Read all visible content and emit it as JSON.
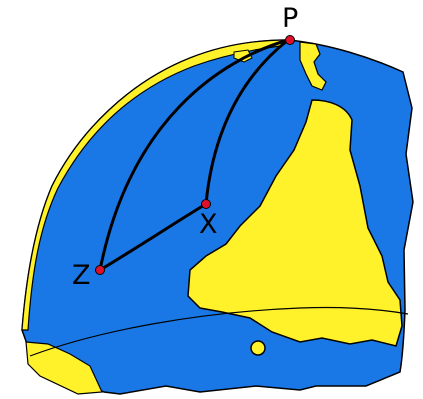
{
  "diagram": {
    "type": "spherical-triangle-on-globe",
    "colors": {
      "ocean": "#1A78E6",
      "land": "#FFF22A",
      "outline": "#000000",
      "background": "#FFFFFF",
      "point": "#E0102A"
    },
    "points": [
      {
        "id": "P",
        "label": "P"
      },
      {
        "id": "X",
        "label": "X"
      },
      {
        "id": "Z",
        "label": "Z"
      }
    ],
    "arcs": [
      {
        "from": "P",
        "to": "X"
      },
      {
        "from": "P",
        "to": "Z"
      },
      {
        "from": "Z",
        "to": "X"
      }
    ],
    "markers": [
      "small-circle-marker"
    ]
  }
}
